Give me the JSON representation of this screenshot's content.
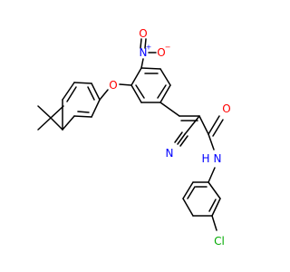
{
  "colors": {
    "carbon": "#000000",
    "oxygen": "#ff0000",
    "nitrogen": "#0000ff",
    "chlorine": "#00aa00"
  },
  "labels": {
    "ether_o": "O",
    "nitro_n": "N",
    "nitro_n_charge": "+",
    "nitro_o_top": "O",
    "nitro_o_right": "O",
    "nitro_o_right_charge": "−",
    "amide_o": "O",
    "amide_nh": "N",
    "amide_h": "H",
    "cyano_n": "N",
    "chloro": "Cl"
  }
}
